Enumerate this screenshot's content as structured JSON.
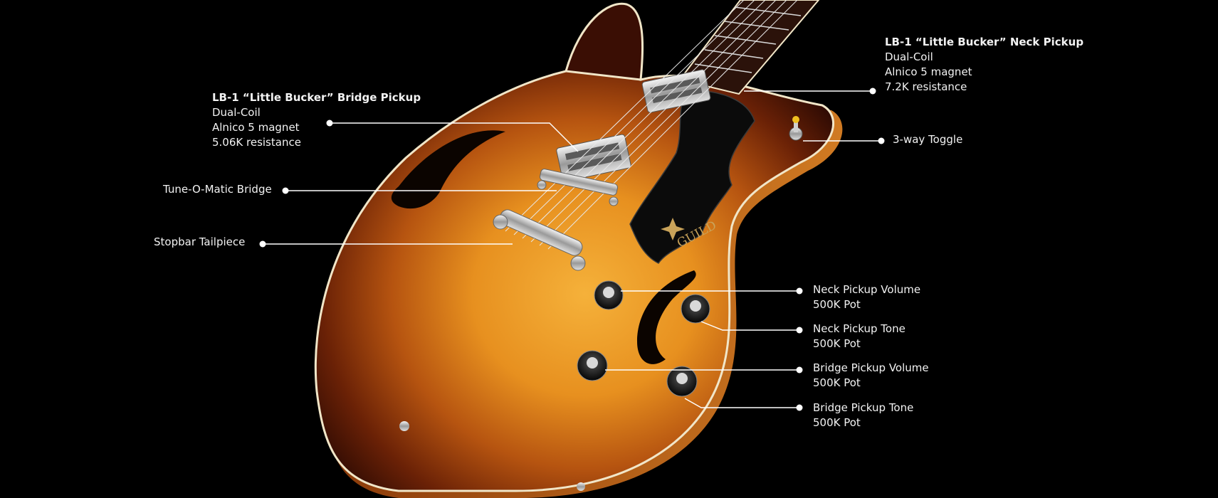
{
  "callouts": {
    "neck_pickup": {
      "title": "LB-1 “Little Bucker” Neck Pickup",
      "lines": [
        "Dual-Coil",
        "Alnico 5 magnet",
        "7.2K resistance"
      ]
    },
    "bridge_pickup": {
      "title": "LB-1 “Little Bucker” Bridge Pickup",
      "lines": [
        "Dual-Coil",
        "Alnico 5 magnet",
        "5.06K resistance"
      ]
    },
    "toggle": {
      "label": "3-way Toggle"
    },
    "bridge": {
      "label": "Tune-O-Matic Bridge"
    },
    "tailpiece": {
      "label": "Stopbar Tailpiece"
    },
    "neck_volume": {
      "label": "Neck Pickup Volume",
      "spec": "500K Pot"
    },
    "neck_tone": {
      "label": "Neck Pickup Tone",
      "spec": "500K Pot"
    },
    "bridge_volume": {
      "label": "Bridge Pickup Volume",
      "spec": "500K Pot"
    },
    "bridge_tone": {
      "label": "Bridge Pickup Tone",
      "spec": "500K Pot"
    }
  },
  "logo": {
    "text": "GUILD"
  },
  "colors": {
    "background": "#000000",
    "sunburst_center": "#f0a530",
    "sunburst_edge": "#3a0e04",
    "pickguard": "#0b0b0b",
    "leader": "#ffffff"
  }
}
